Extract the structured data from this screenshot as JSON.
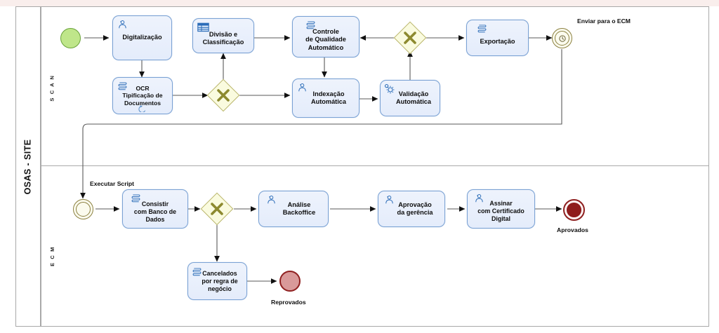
{
  "diagram": {
    "type": "bpmn",
    "pool": {
      "label": "OSAS - SITE"
    },
    "lanes": [
      {
        "id": "scan",
        "label": "S C A N"
      },
      {
        "id": "ecm",
        "label": "E C M"
      }
    ],
    "colors": {
      "task_fill": "#e8effb",
      "task_stroke": "#7ba2d4",
      "gateway_fill": "#fafbdf",
      "gateway_stroke": "#b9b56b",
      "gateway_mark": "#8d8a2f",
      "start_fill": "#bfe68a",
      "start_stroke": "#6aa33b",
      "intermediate_stroke": "#8c8141",
      "end_fill": "#d99a9a",
      "end_stroke": "#8f2020",
      "terminate_fill": "#8f1c1c",
      "connector": "#5a5a5a",
      "lane_stroke": "#a9a9a9",
      "top_band": "#f9eeec"
    },
    "nodes": {
      "scan": [
        {
          "id": "start_scan",
          "kind": "start-event",
          "label": ""
        },
        {
          "id": "digitalizacao",
          "kind": "user-task",
          "label": "Digitalização",
          "icon": "user-icon"
        },
        {
          "id": "ocr",
          "kind": "script-task",
          "label": "OCR\nTipificação de\nDocumentos",
          "icon": "script-icon",
          "marker": "loop-marker"
        },
        {
          "id": "gw_scan_1",
          "kind": "exclusive-gateway",
          "label": "",
          "icon": "x-mark-icon"
        },
        {
          "id": "divisao",
          "kind": "business-rule-task",
          "label": "Divisão e\nClassificação",
          "icon": "table-icon"
        },
        {
          "id": "controle",
          "kind": "script-task",
          "label": "Controle\nde Qualidade\nAutomático",
          "icon": "script-icon"
        },
        {
          "id": "indexacao",
          "kind": "user-task",
          "label": "Indexação\nAutomática",
          "icon": "user-icon"
        },
        {
          "id": "validacao",
          "kind": "service-task",
          "label": "Validação\nAutomática",
          "icon": "gear-icon"
        },
        {
          "id": "gw_scan_2",
          "kind": "exclusive-gateway",
          "label": "",
          "icon": "x-mark-icon"
        },
        {
          "id": "exportacao",
          "kind": "script-task",
          "label": "Exportação",
          "icon": "script-icon"
        },
        {
          "id": "timer_ecm",
          "kind": "intermediate-timer-event",
          "label": "Enviar para o ECM",
          "icon": "clock-icon"
        }
      ],
      "ecm": [
        {
          "id": "start_ecm",
          "kind": "start-event-script",
          "label": "Executar Script"
        },
        {
          "id": "consistir",
          "kind": "script-task",
          "label": "Consistir\ncom Banco de\nDados",
          "icon": "script-icon"
        },
        {
          "id": "gw_ecm_1",
          "kind": "exclusive-gateway",
          "label": "",
          "icon": "x-mark-icon"
        },
        {
          "id": "analise",
          "kind": "user-task",
          "label": "Análise\nBackoffice",
          "icon": "user-icon"
        },
        {
          "id": "aprovacao",
          "kind": "user-task",
          "label": "Aprovação\nda gerência",
          "icon": "user-icon"
        },
        {
          "id": "assinar",
          "kind": "user-task",
          "label": "Assinar\ncom Certificado\nDigital",
          "icon": "user-icon"
        },
        {
          "id": "aprovados",
          "kind": "terminate-end-event",
          "label": "Aprovados"
        },
        {
          "id": "cancelados",
          "kind": "script-task",
          "label": "Cancelados\npor regra de\nnegócio",
          "icon": "script-icon"
        },
        {
          "id": "reprovados",
          "kind": "end-event",
          "label": "Reprovados"
        }
      ]
    },
    "flows": [
      {
        "from": "start_scan",
        "to": "digitalizacao"
      },
      {
        "from": "digitalizacao",
        "to": "ocr"
      },
      {
        "from": "ocr",
        "to": "gw_scan_1"
      },
      {
        "from": "gw_scan_1",
        "to": "divisao"
      },
      {
        "from": "gw_scan_1",
        "to": "indexacao"
      },
      {
        "from": "divisao",
        "to": "controle"
      },
      {
        "from": "controle",
        "to": "indexacao"
      },
      {
        "from": "indexacao",
        "to": "validacao"
      },
      {
        "from": "validacao",
        "to": "gw_scan_2"
      },
      {
        "from": "gw_scan_2",
        "to": "controle"
      },
      {
        "from": "gw_scan_2",
        "to": "exportacao"
      },
      {
        "from": "exportacao",
        "to": "timer_ecm"
      },
      {
        "from": "timer_ecm",
        "to": "start_ecm"
      },
      {
        "from": "start_ecm",
        "to": "consistir"
      },
      {
        "from": "consistir",
        "to": "gw_ecm_1"
      },
      {
        "from": "gw_ecm_1",
        "to": "analise"
      },
      {
        "from": "gw_ecm_1",
        "to": "cancelados"
      },
      {
        "from": "analise",
        "to": "aprovacao"
      },
      {
        "from": "aprovacao",
        "to": "assinar"
      },
      {
        "from": "assinar",
        "to": "aprovados"
      },
      {
        "from": "cancelados",
        "to": "reprovados"
      }
    ]
  }
}
